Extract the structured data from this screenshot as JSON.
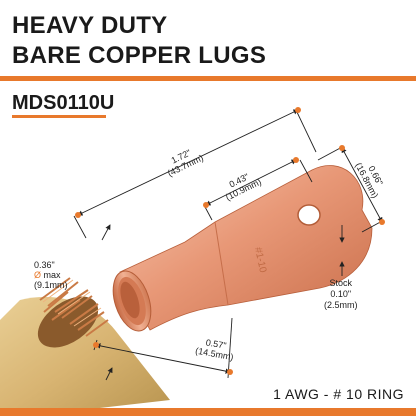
{
  "header": {
    "title_line1": "HEAVY DUTY",
    "title_line2": "BARE COPPER LUGS"
  },
  "model_number": "MDS0110U",
  "dimensions": {
    "total_length": {
      "in": "1.72\"",
      "mm": "(43.7mm)"
    },
    "tongue_length": {
      "in": "0.43\"",
      "mm": "(10.9mm)"
    },
    "tongue_width": {
      "in": "0.66\"",
      "mm": "(16.8mm)"
    },
    "barrel_diameter": {
      "in": "0.36\"",
      "symbol": "Ø",
      "qualifier": "max",
      "mm": "(9.1mm)"
    },
    "barrel_length": {
      "in": "0.57\"",
      "mm": "(14.5mm)"
    },
    "stock": {
      "label": "Stock",
      "in": "0.10\"",
      "mm": "(2.5mm)"
    }
  },
  "lug_stamp": "#1-10",
  "footer": "1 AWG - # 10 RING",
  "colors": {
    "accent": "#e8792c",
    "copper": "#e69a7a",
    "cable_jacket": "#d9b878"
  }
}
